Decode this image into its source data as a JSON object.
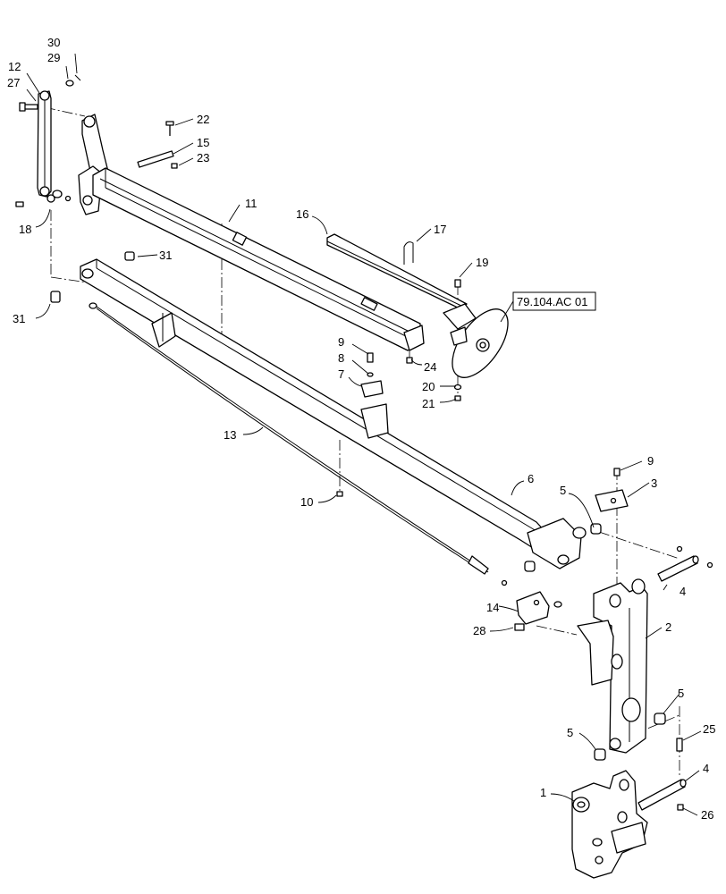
{
  "diagram": {
    "reference_box": "79.104.AC 01",
    "callouts": [
      "1",
      "2",
      "3",
      "4",
      "5",
      "6",
      "7",
      "8",
      "9",
      "10",
      "11",
      "12",
      "13",
      "14",
      "15",
      "16",
      "17",
      "18",
      "19",
      "20",
      "21",
      "22",
      "23",
      "24",
      "25",
      "26",
      "27",
      "28",
      "29",
      "30",
      "31"
    ]
  }
}
